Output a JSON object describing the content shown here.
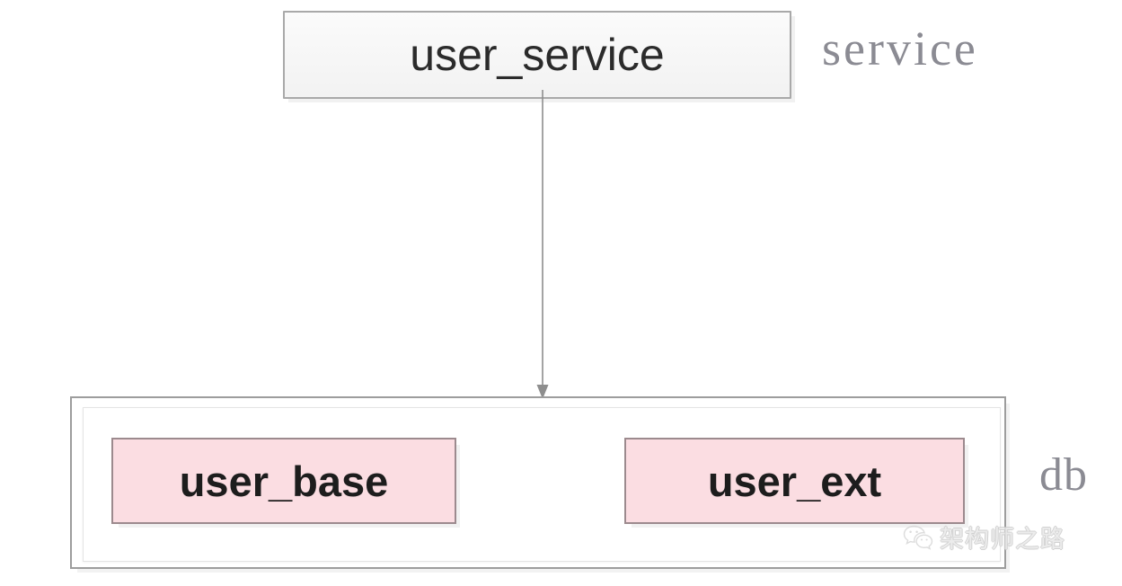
{
  "diagram": {
    "type": "architecture-diagram",
    "background_color": "#ffffff",
    "nodes": [
      {
        "id": "user_service",
        "label": "user_service",
        "tier": "service",
        "fill_color": "#f5f5f5",
        "border_color": "#a9a9a9",
        "text_color": "#2b2b2b"
      },
      {
        "id": "user_base",
        "label": "user_base",
        "tier": "db",
        "fill_color": "#fbdde2",
        "border_color": "#9c8a8e",
        "text_color": "#1d1d1d"
      },
      {
        "id": "user_ext",
        "label": "user_ext",
        "tier": "db",
        "fill_color": "#fbdde2",
        "border_color": "#9c8a8e",
        "text_color": "#1d1d1d"
      }
    ],
    "tiers": [
      {
        "id": "service",
        "caption": "service",
        "caption_color": "#8b8b93"
      },
      {
        "id": "db",
        "caption": "db",
        "caption_color": "#8b8b93"
      }
    ],
    "edges": [
      {
        "id": "service-to-db",
        "from": "user_service",
        "to": "db",
        "arrowhead": "triangle-down",
        "color": "#8e8e8e"
      }
    ],
    "db_container": {
      "border_color": "#9d9d9d",
      "fill_color": "#ffffff"
    }
  },
  "watermark": {
    "icon": "wechat-icon",
    "text": "架构师之路",
    "color": "#e9e9e9"
  }
}
